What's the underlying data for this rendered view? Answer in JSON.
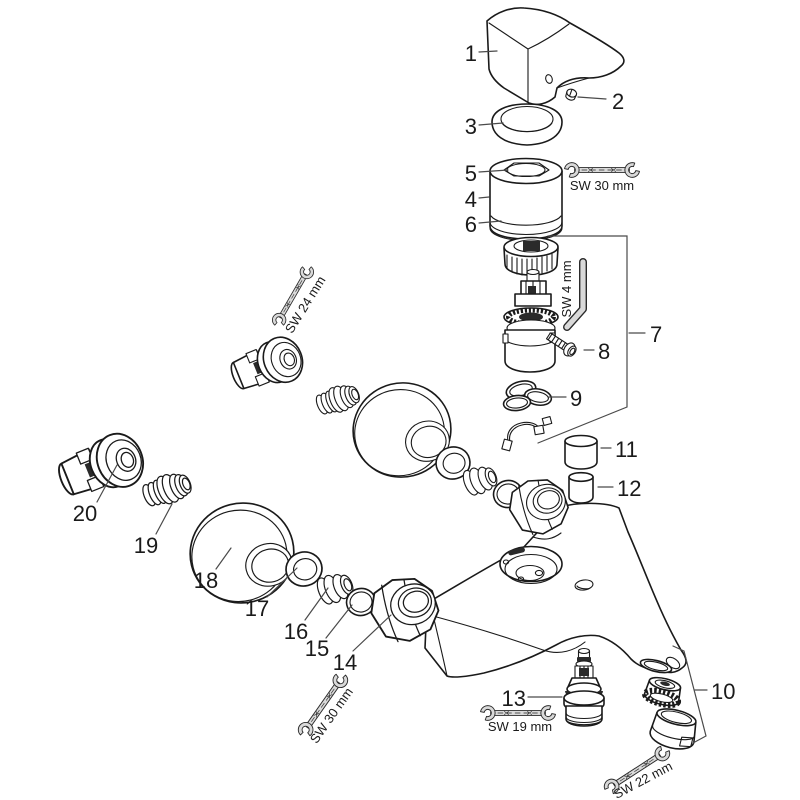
{
  "diagram": {
    "description": "Exploded spare-parts diagram of a single-lever bath/shower mixer faucet",
    "background": "#ffffff",
    "line_color": "#1a1a1a",
    "leader_color": "#4a4a4a",
    "tool_fill": "#d9d9d9",
    "parts": [
      {
        "num": "1"
      },
      {
        "num": "2"
      },
      {
        "num": "3"
      },
      {
        "num": "4"
      },
      {
        "num": "5"
      },
      {
        "num": "6"
      },
      {
        "num": "7"
      },
      {
        "num": "8"
      },
      {
        "num": "9"
      },
      {
        "num": "10"
      },
      {
        "num": "11"
      },
      {
        "num": "12"
      },
      {
        "num": "13"
      },
      {
        "num": "14"
      },
      {
        "num": "15"
      },
      {
        "num": "16"
      },
      {
        "num": "17"
      },
      {
        "num": "18"
      },
      {
        "num": "19"
      },
      {
        "num": "20"
      }
    ],
    "tools": {
      "top_wrench": {
        "label": "SW 30 mm"
      },
      "allen_key": {
        "label": "SW 4 mm"
      },
      "upper_left_wrench": {
        "label": "SW 24 mm"
      },
      "lower_left_wrench": {
        "label": "SW 30 mm"
      },
      "bottom_wrench": {
        "label": "SW 19 mm"
      },
      "spout_wrench": {
        "label": "SW 22 mm"
      }
    }
  }
}
